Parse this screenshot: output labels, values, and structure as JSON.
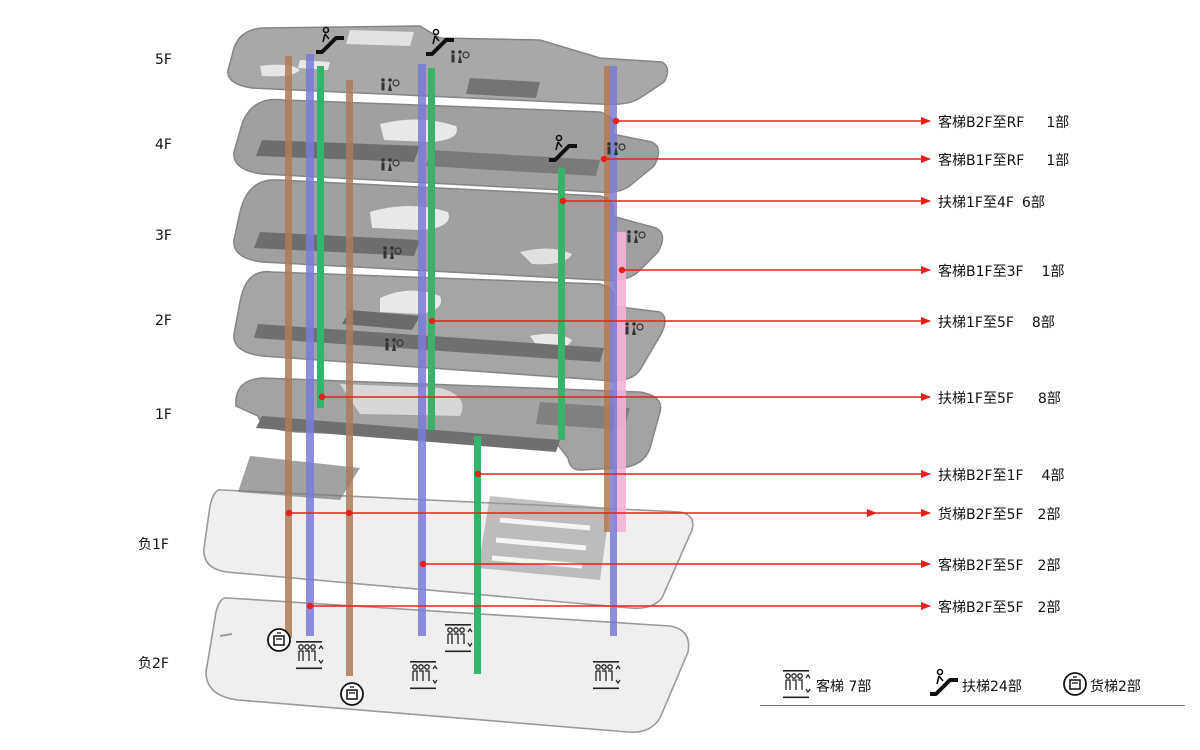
{
  "colors": {
    "passenger_elevator": "#7a7ad8",
    "escalator": "#35b56a",
    "freight_elevator": "#b07a58",
    "b1f_3f_elevator": "#f3b3d6",
    "callout_arrow": "#e8201a",
    "floor_slab": "#9a9a9a",
    "floor_detail": "#6e6e6e",
    "basement_slab": "#efefef"
  },
  "floors": {
    "f5": "5F",
    "f4": "4F",
    "f3": "3F",
    "f2": "2F",
    "f1": "1F",
    "b1": "负1F",
    "b2": "负2F"
  },
  "callouts": [
    {
      "name": "客梯B2F至RF",
      "count": "1部"
    },
    {
      "name": "客梯B1F至RF",
      "count": "1部"
    },
    {
      "name": "扶梯1F至4F",
      "count": "6部"
    },
    {
      "name": "客梯B1F至3F",
      "count": "1部"
    },
    {
      "name": "扶梯1F至5F",
      "count": "8部"
    },
    {
      "name": "扶梯1F至5F",
      "count": "8部"
    },
    {
      "name": "扶梯B2F至1F",
      "count": "4部"
    },
    {
      "name": "货梯B2F至5F",
      "count": "2部"
    },
    {
      "name": "客梯B2F至5F",
      "count": "2部"
    },
    {
      "name": "客梯B2F至5F",
      "count": "2部"
    }
  ],
  "legend": {
    "passenger": "客梯  7部",
    "escalator": "扶梯24部",
    "freight": "货梯2部"
  },
  "icons": [
    "passenger-elevator-icon",
    "escalator-icon",
    "freight-elevator-icon",
    "restroom-icon",
    "accessible-icon"
  ]
}
